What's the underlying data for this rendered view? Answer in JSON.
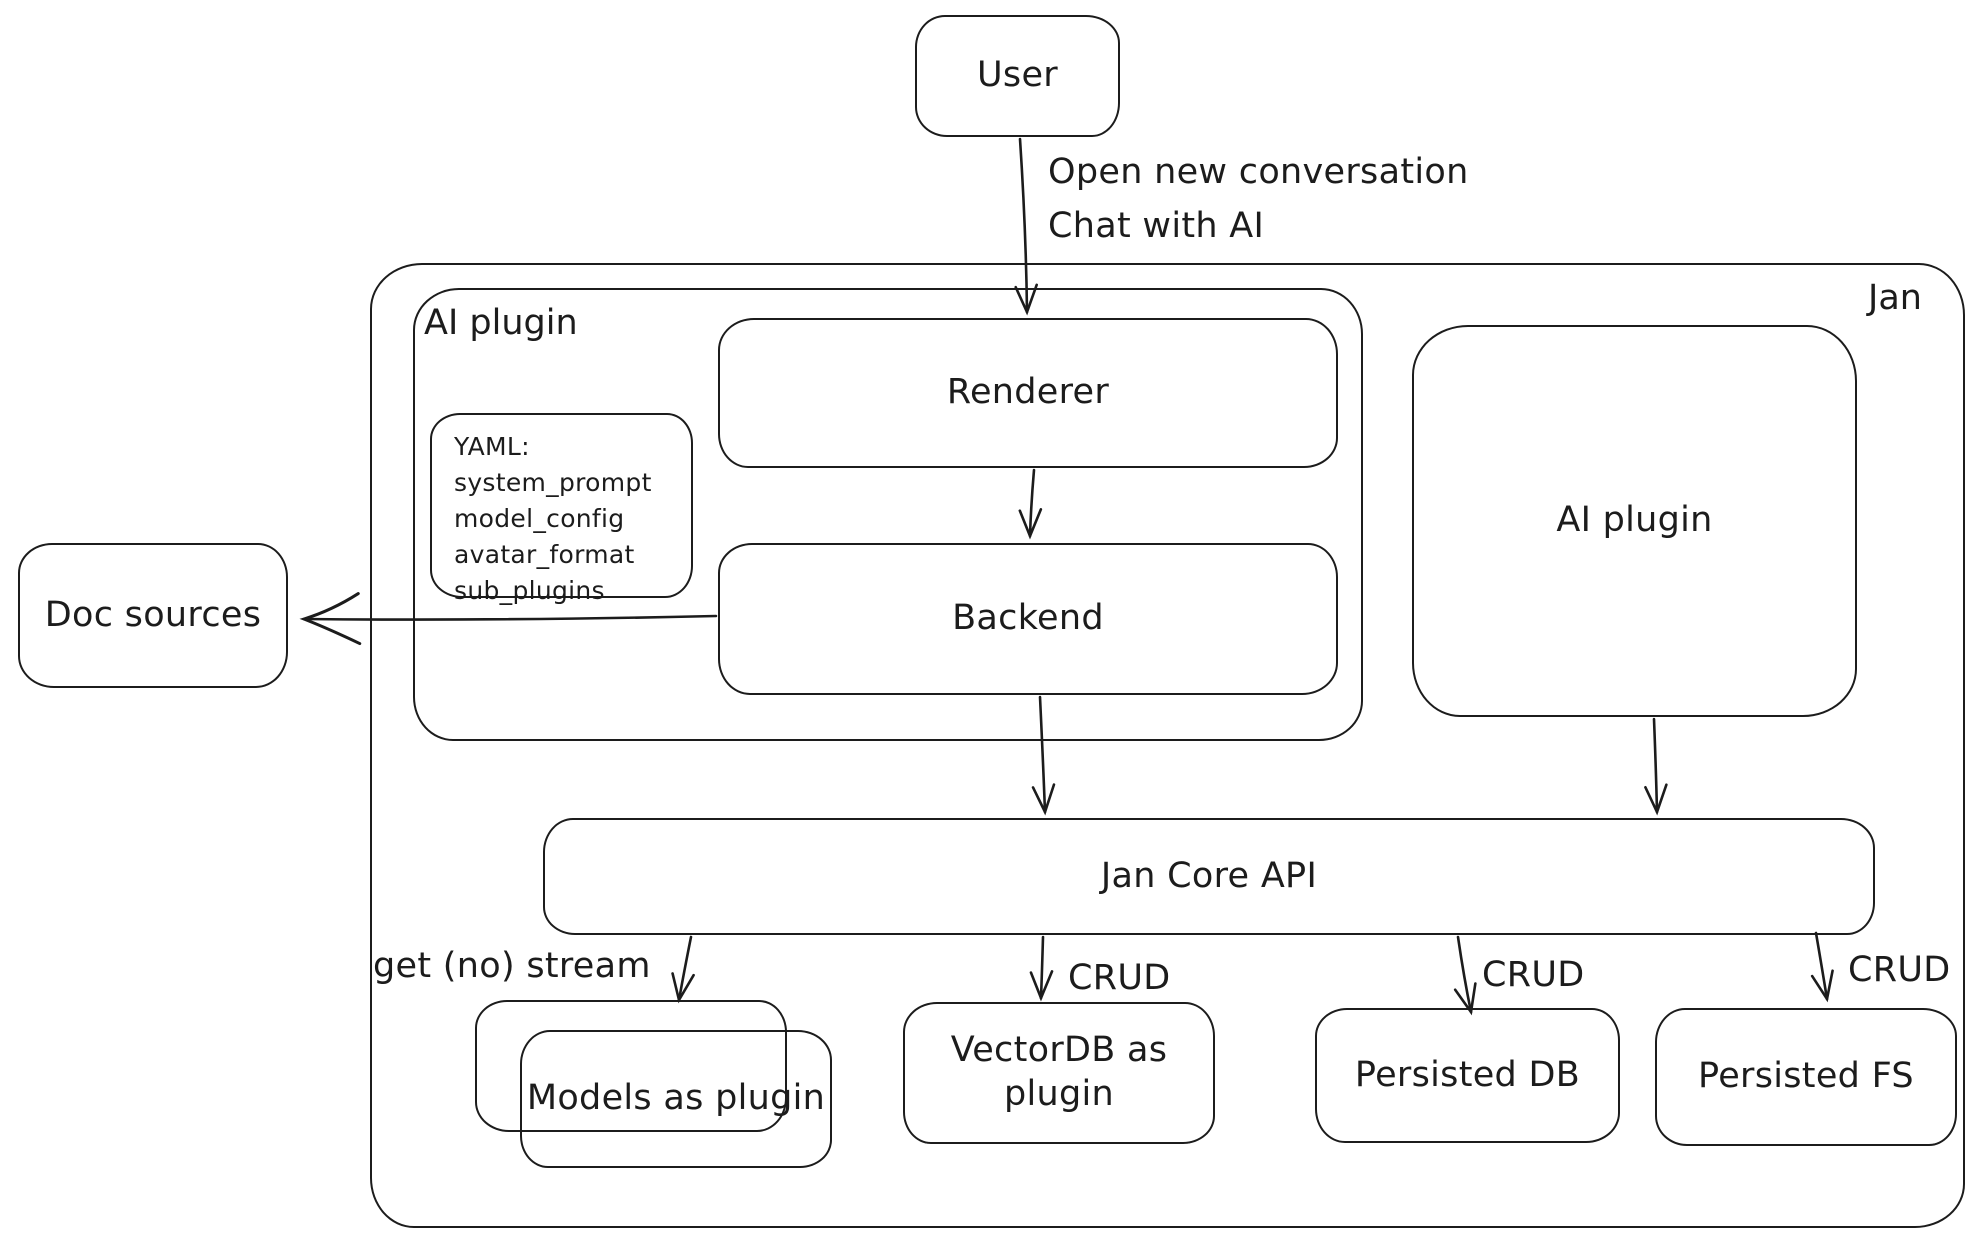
{
  "colors": {
    "ink": "#1c1c1c",
    "background": "#ffffff"
  },
  "nodes": {
    "user": {
      "label": "User"
    },
    "jan": {
      "label": "Jan"
    },
    "ai_plugin_group": {
      "label": "AI plugin"
    },
    "renderer": {
      "label": "Renderer"
    },
    "backend": {
      "label": "Backend"
    },
    "yaml_note": {
      "lines": [
        "YAML:",
        "system_prompt",
        "model_config",
        "avatar_format",
        "sub_plugins"
      ]
    },
    "ai_plugin": {
      "label": "AI plugin"
    },
    "doc_sources": {
      "label": "Doc sources"
    },
    "jan_core_api": {
      "label": "Jan Core API"
    },
    "models_plugin": {
      "label": "Models as plugin"
    },
    "vectordb_plugin": {
      "label": "VectorDB as plugin"
    },
    "persisted_db": {
      "label": "Persisted DB"
    },
    "persisted_fs": {
      "label": "Persisted FS"
    }
  },
  "edges": {
    "user_to_renderer": {
      "label_line1": "Open new conversation",
      "label_line2": "Chat with AI"
    },
    "api_to_models": {
      "label": "get (no) stream"
    },
    "api_to_vectordb": {
      "label": "CRUD"
    },
    "api_to_persisted_db": {
      "label": "CRUD"
    },
    "api_to_persisted_fs": {
      "label": "CRUD"
    }
  }
}
